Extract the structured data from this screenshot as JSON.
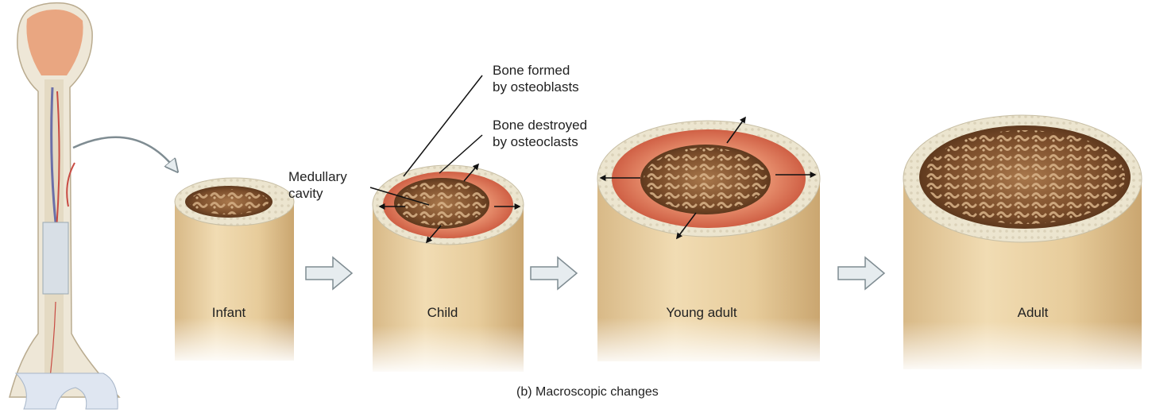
{
  "stages": [
    {
      "label": "Infant"
    },
    {
      "label": "Child"
    },
    {
      "label": "Young adult"
    },
    {
      "label": "Adult"
    }
  ],
  "callouts": {
    "bone_formed": "Bone formed\nby osteoblasts",
    "bone_destroyed": "Bone destroyed\nby osteoclasts",
    "medullary_cavity": "Medullary\ncavity"
  },
  "caption": "(b) Macroscopic changes",
  "colors": {
    "shaft": "#e8cfa0",
    "shaft_shadow": "#c9a86d",
    "compact_rim": "#ece5cf",
    "spongy": "#8a5a34",
    "marrow_dark": "#5a361d",
    "osteoclast_zone": "#d8735a",
    "flow_arrow": "#e6ecef"
  },
  "icons": [
    "long-bone-illustration",
    "curved-arrow-icon",
    "flow-arrow-icon",
    "expansion-arrow-icon"
  ]
}
